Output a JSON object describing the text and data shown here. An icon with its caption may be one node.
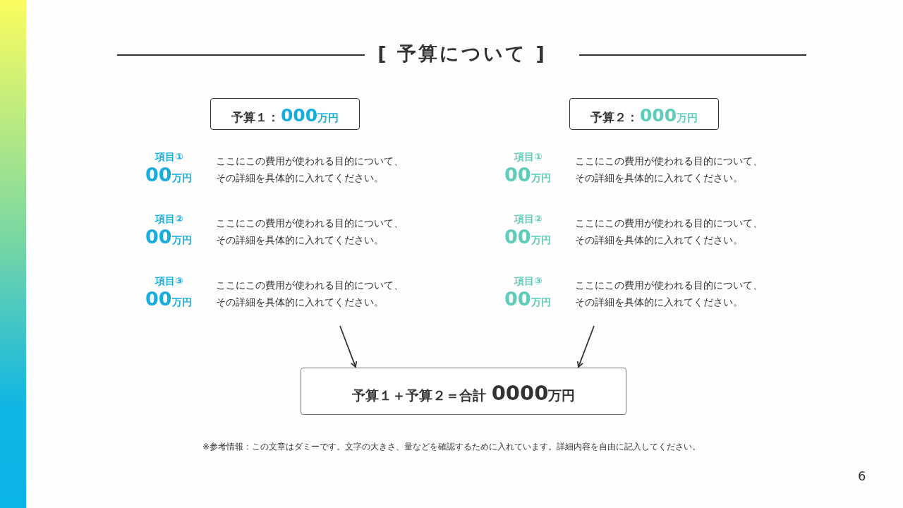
{
  "diagram": {
    "title": "[ 予算について ]",
    "nodes": [
      {
        "text": [
          "予算１：",
          "000",
          "万円"
        ]
      },
      {
        "text": [
          "予算２：",
          "000",
          "万円"
        ]
      },
      {
        "text": [
          "予算１＋予算２＝合計",
          "0000",
          "万円"
        ]
      },
      {
        "text": [],
        "shape": "bar"
      }
    ],
    "edges": [
      {
        "from": null,
        "to": 2,
        "arrow": "to"
      },
      {
        "from": null,
        "to": 2,
        "arrow": "to"
      }
    ],
    "labels": [
      "項目①",
      "00",
      "万円",
      "ここにこの費用が使われる目的について、その詳細を具体的に入れてください。",
      "項目①",
      "00",
      "万円",
      "ここにこの費用が使われる目的について、その詳細を具体的に入れてください。",
      "項目②",
      "00",
      "万円",
      "ここにこの費用が使われる目的について、その詳細を具体的に入れてください。",
      "項目②",
      "00",
      "万円",
      "ここにこの費用が使われる目的について、その詳細を具体的に入れてください。",
      "項目③",
      "00",
      "万円",
      "ここにこの費用が使われる目的について、その詳細を具体的に入れてください。",
      "項目③",
      "00",
      "万円",
      "ここにこの費用が使われる目的について、その詳細を具体的に入れてください。",
      "※参考情報：この文章はダミーです。文字の大きさ、量などを確認するために入れています。詳細内容を自由に記入してください。",
      "6"
    ]
  }
}
